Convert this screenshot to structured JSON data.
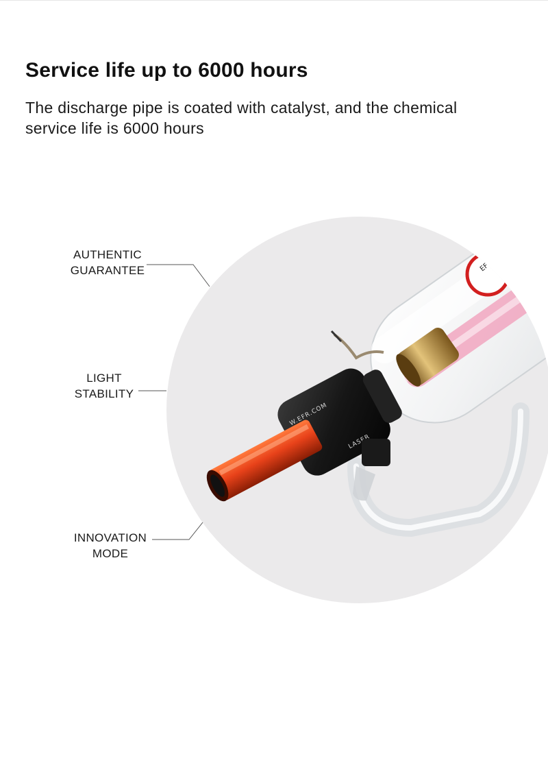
{
  "header": {
    "title": "Service life up to 6000 hours",
    "description": "The discharge pipe is coated with catalyst, and the chemical service life is 6000 hours"
  },
  "features": [
    {
      "line1": "AUTHENTIC",
      "line2": "GUARANTEE"
    },
    {
      "line1": "LIGHT",
      "line2": "STABILITY"
    },
    {
      "line1": "INNOVATION",
      "line2": "MODE"
    }
  ],
  "product": {
    "cap_text": "W.EFR.COM",
    "cap_text_2": "LASER",
    "colors": {
      "circle_bg": "#ebeaeb",
      "cap": "#1b1b1b",
      "nozzle": "#e8421a",
      "glass_tint": "#f1a6c0",
      "brass": "#c9a24a"
    }
  }
}
